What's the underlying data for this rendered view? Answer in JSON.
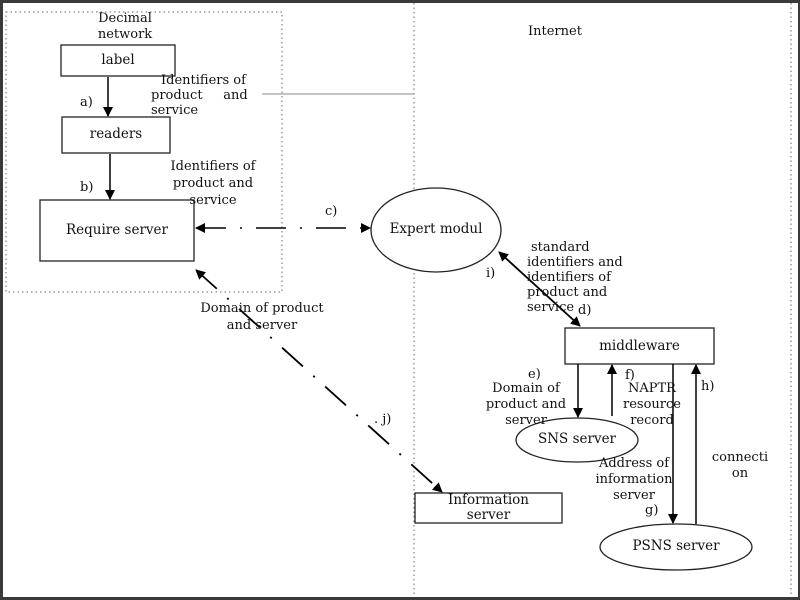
{
  "regions": {
    "decimal_network": "Decimal network",
    "internet": "Internet"
  },
  "nodes": {
    "label": "label",
    "readers": "readers",
    "require_server": "Require server",
    "expert_modul": "Expert modul",
    "middleware": "middleware",
    "sns_server": "SNS server",
    "psns_server": "PSNS server",
    "information_server_l1": "Information",
    "information_server_l2": "server"
  },
  "edges": {
    "a": {
      "step": "a)",
      "text": [
        "Identifiers of",
        "product     and",
        "service"
      ]
    },
    "b": {
      "step": "b)",
      "text": [
        "Identifiers of",
        "product and",
        "service"
      ]
    },
    "c": {
      "step": "c)"
    },
    "d": {
      "step": "d)"
    },
    "i": {
      "step": "i)",
      "text": [
        "standard",
        "identifiers and",
        "identifiers of",
        "product and",
        "service"
      ]
    },
    "j": {
      "step": ". j)",
      "text": [
        "Domain of product",
        "and server"
      ]
    },
    "e": {
      "step": "e)",
      "text": [
        "Domain of",
        "product and",
        "server"
      ]
    },
    "f": {
      "step": "f)",
      "text": [
        "NAPTR",
        "resource",
        "record"
      ]
    },
    "g": {
      "step": "g)",
      "text": [
        "Address of",
        "information",
        "server"
      ]
    },
    "h": {
      "step": "h)",
      "text": [
        "connecti",
        "on"
      ]
    }
  }
}
